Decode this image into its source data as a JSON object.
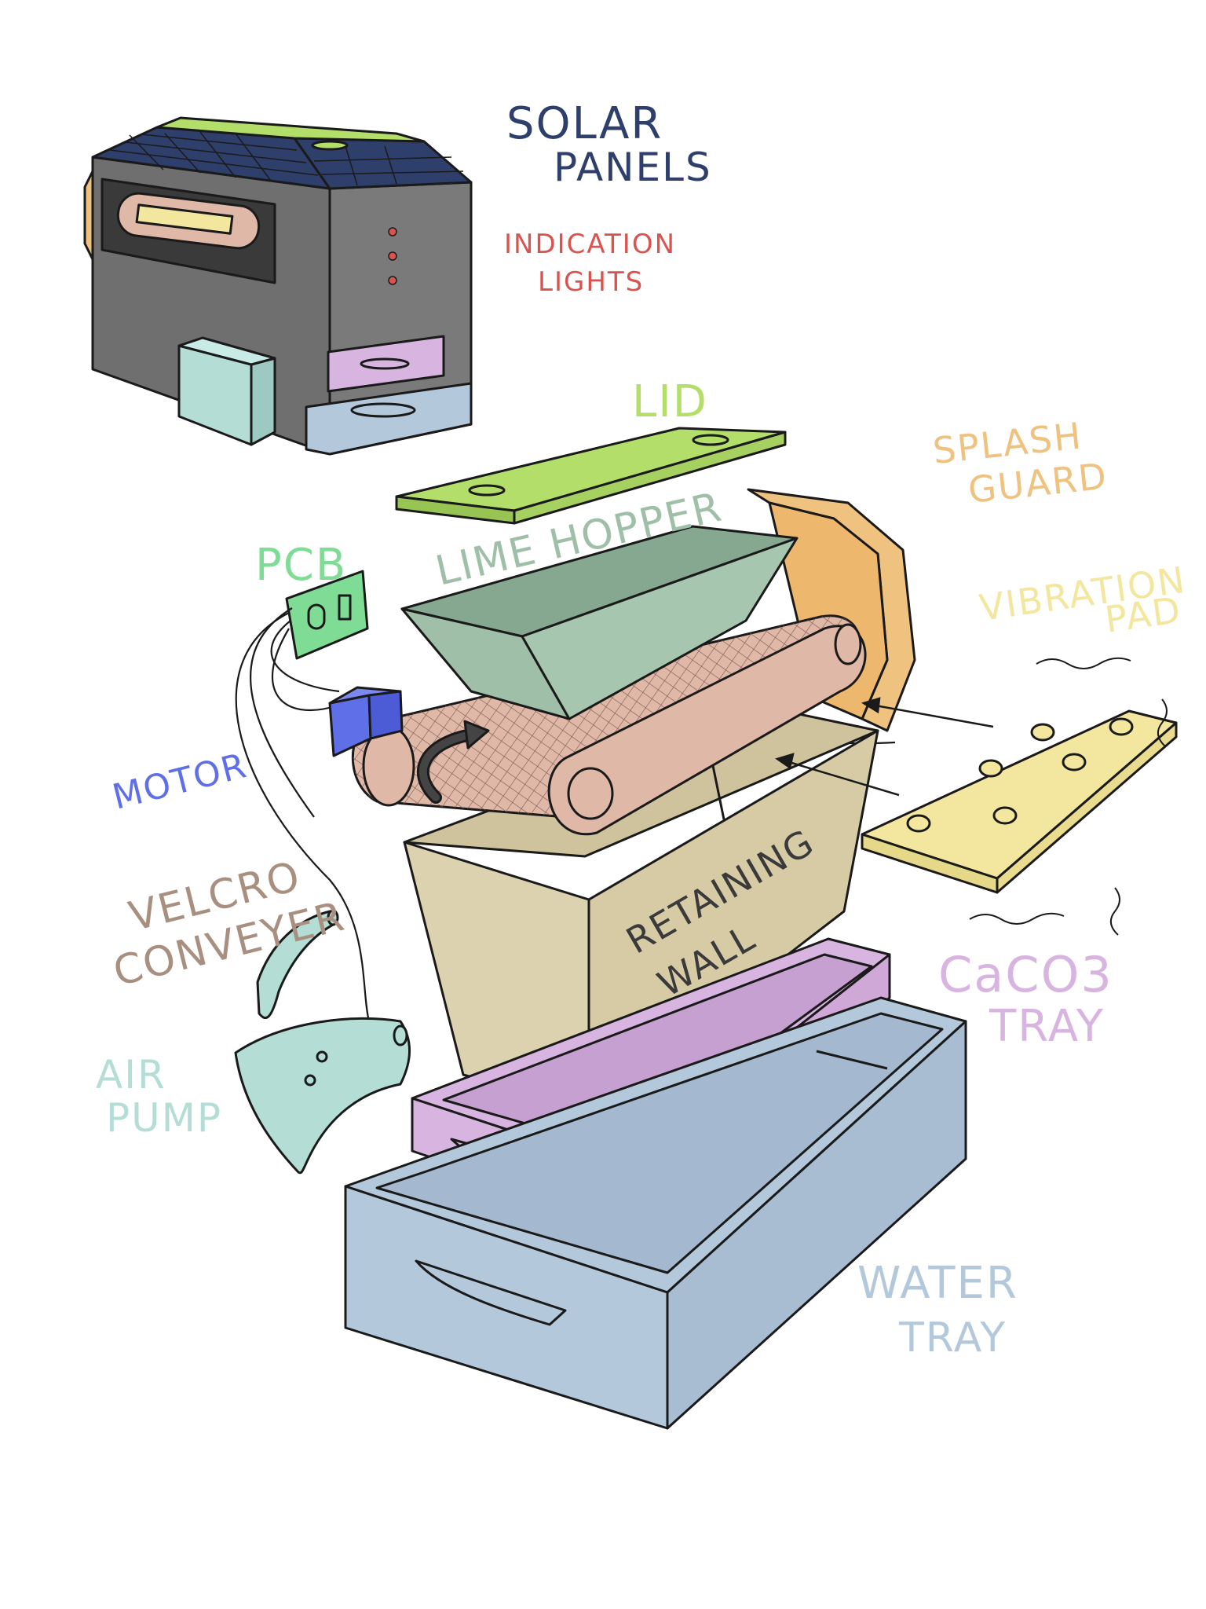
{
  "labels": {
    "solar_panels": [
      "SOLAR",
      "PANELS"
    ],
    "indication_lights": [
      "INDICATION",
      "LIGHTS"
    ],
    "lid": "LID",
    "splash_guard": [
      "SPLASH",
      "GUARD"
    ],
    "lime_hopper": "LIME HOPPER",
    "pcb": "PCB",
    "vibration_pad": [
      "VIBRATION",
      "PAD"
    ],
    "motor": "MOTOR",
    "retaining_wall": [
      "RETAINING",
      "WALL"
    ],
    "velcro_conveyer": [
      "VELCRO",
      "CONVEYER"
    ],
    "caco3_tray": [
      "CaCO3",
      "TRAY"
    ],
    "air_pump": [
      "AIR",
      "PUMP"
    ],
    "water_tray": [
      "WATER",
      "TRAY"
    ]
  },
  "colors": {
    "solar_panels": "#2f3f6b",
    "indication_lights": "#d9534f",
    "lid": "#b3de6a",
    "splash_guard": "#f0c27f",
    "lime_hopper": "#9fbfa8",
    "pcb": "#7fdc95",
    "vibration_pad": "#f3e79f",
    "motor": "#5f6fe8",
    "retaining_wall": "#ddd2b0",
    "velcro_conveyer": "#e0b8a8",
    "caco3_tray": "#d8b4e0",
    "air_pump": "#b4ddd6",
    "water_tray": "#b4c8dc",
    "housing": "#707070",
    "outline": "#1a1a1a"
  }
}
